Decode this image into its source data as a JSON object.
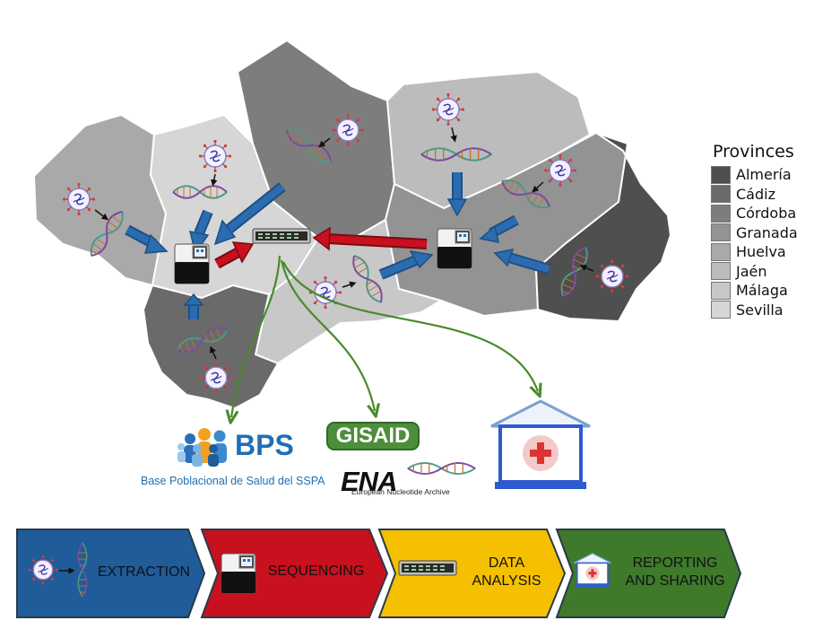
{
  "legend": {
    "title": "Provinces",
    "items": [
      {
        "label": "Almería",
        "color": "#4f4f4f"
      },
      {
        "label": "Cádiz",
        "color": "#6a6a6a"
      },
      {
        "label": "Córdoba",
        "color": "#7d7d7d"
      },
      {
        "label": "Granada",
        "color": "#939393"
      },
      {
        "label": "Huelva",
        "color": "#a9a9a9"
      },
      {
        "label": "Jaén",
        "color": "#bcbcbc"
      },
      {
        "label": "Málaga",
        "color": "#c8c8c8"
      },
      {
        "label": "Sevilla",
        "color": "#d6d6d6"
      }
    ]
  },
  "destinations": {
    "bps": {
      "name": "BPS",
      "caption": "Base Poblacional de Salud del SSPA",
      "color": "#1f6fb5"
    },
    "gisaid": {
      "name": "GISAID",
      "color": "#4d8e3b"
    },
    "ena": {
      "name": "ENA",
      "caption": "European Nucleotide Archive"
    },
    "hospital": {
      "icon": "hospital-icon"
    }
  },
  "pipeline": {
    "steps": [
      {
        "line1": "EXTRACTION",
        "line2": "",
        "color": "#1f5c99",
        "icon": "virus-dna-icon"
      },
      {
        "line1": "SEQUENCING",
        "line2": "",
        "color": "#c8101e",
        "icon": "sequencer-icon"
      },
      {
        "line1": "DATA",
        "line2": "ANALYSIS",
        "color": "#f5c000",
        "icon": "server-icon"
      },
      {
        "line1": "REPORTING",
        "line2": "AND SHARING",
        "color": "#3e7a2a",
        "icon": "hospital-icon"
      }
    ]
  },
  "colors": {
    "flow_arrow": "#2b6cb0",
    "send_arrow": "#c8101e",
    "share_arrow": "#4a8a2a"
  }
}
